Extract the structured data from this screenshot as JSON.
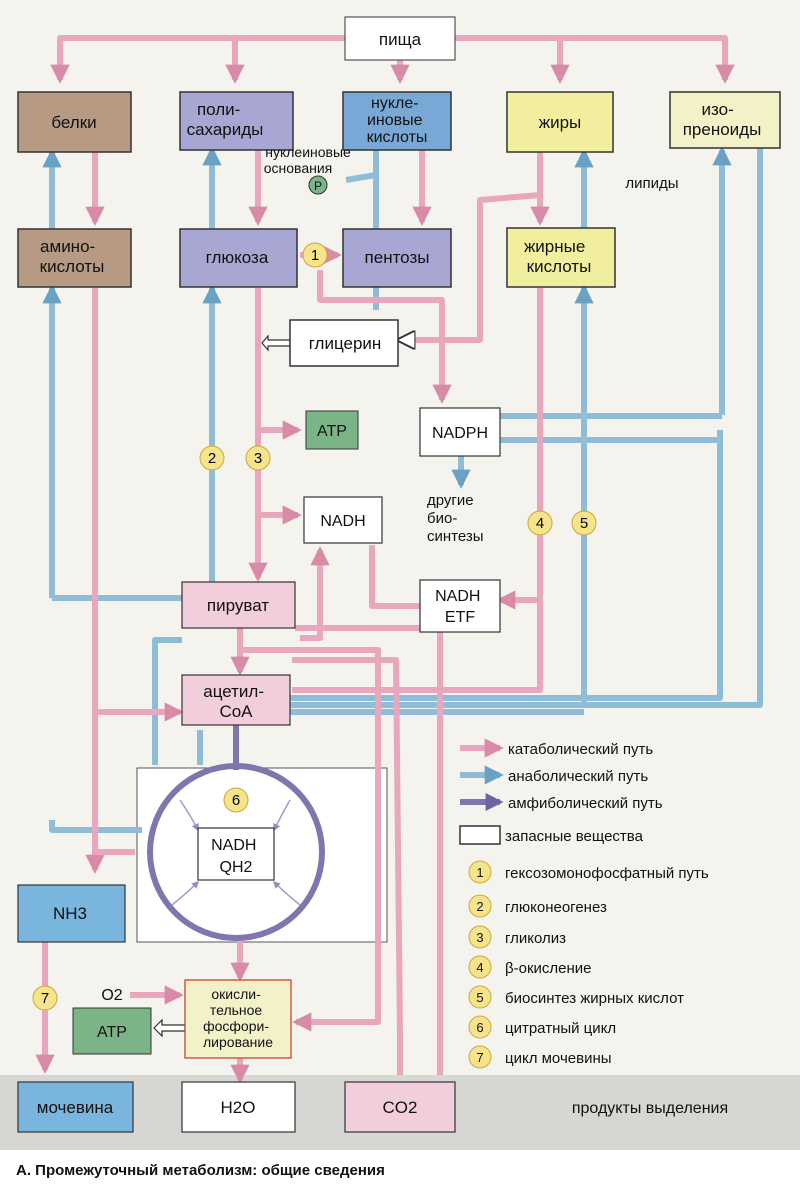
{
  "colors": {
    "catabolic": "#e8a7bd",
    "anabolic": "#8fbdd8",
    "amphibolic": "#8076ad",
    "protein_box": "#b69a83",
    "carb_box": "#a8a6d2",
    "nucleic_box": "#79a8d6",
    "lipid_box": "#f1ef9e",
    "atp_box": "#7bb486",
    "urea_box": "#7ab5dd",
    "co2_box": "#f2cddb",
    "white_box": "#ffffff",
    "badge": "#f6e48d"
  },
  "nodes": {
    "food": "пища",
    "proteins": "белки",
    "polysaccharides": [
      "поли-",
      "сахариды"
    ],
    "nucleic_acids": [
      "нукле-",
      "иновые",
      "кислоты"
    ],
    "fats": "жиры",
    "isoprenoids": [
      "изо-",
      "преноиды"
    ],
    "nucleobases": [
      "нуклеиновые",
      "основания"
    ],
    "phosphate": "P",
    "lipids": "липиды",
    "amino_acids": [
      "амино-",
      "кислоты"
    ],
    "glucose": "глюкоза",
    "pentoses": "пентозы",
    "fatty_acids": [
      "жирные",
      "кислоты"
    ],
    "glycerol": "глицерин",
    "atp_top": "ATP",
    "nadph": "NADPH",
    "other_biosyntheses": [
      "другие",
      "био-",
      "синтезы"
    ],
    "nadh_top": "NADH",
    "pyruvate": "пируват",
    "nadh_etf": [
      "NADH",
      "ETF"
    ],
    "acetyl_coa": [
      "ацетил-",
      "CoA"
    ],
    "nadh_qh2": [
      "NADH",
      "QH2"
    ],
    "nh3": "NH3",
    "o2": "O2",
    "oxphos": [
      "окисли-",
      "тельное",
      "фосфори-",
      "лирование"
    ],
    "atp_bottom": "ATP",
    "urea": "мочевина",
    "water": "H2O",
    "co2": "CO2",
    "excretion": "продукты выделения"
  },
  "badges": [
    "1",
    "2",
    "3",
    "4",
    "5",
    "6",
    "7"
  ],
  "legend": {
    "catabolic": "катаболический путь",
    "anabolic": "анаболический путь",
    "amphibolic": "амфиболический путь",
    "storage": "запасные вещества",
    "items": [
      {
        "num": "1",
        "label": "гексозомонофосфатный путь"
      },
      {
        "num": "2",
        "label": "глюконеогенез"
      },
      {
        "num": "3",
        "label": "гликолиз"
      },
      {
        "num": "4",
        "label": "β-окисление"
      },
      {
        "num": "5",
        "label": "биосинтез жирных кислот"
      },
      {
        "num": "6",
        "label": "цитратный цикл"
      },
      {
        "num": "7",
        "label": "цикл мочевины"
      }
    ]
  },
  "caption": "А. Промежуточный метаболизм: общие сведения"
}
